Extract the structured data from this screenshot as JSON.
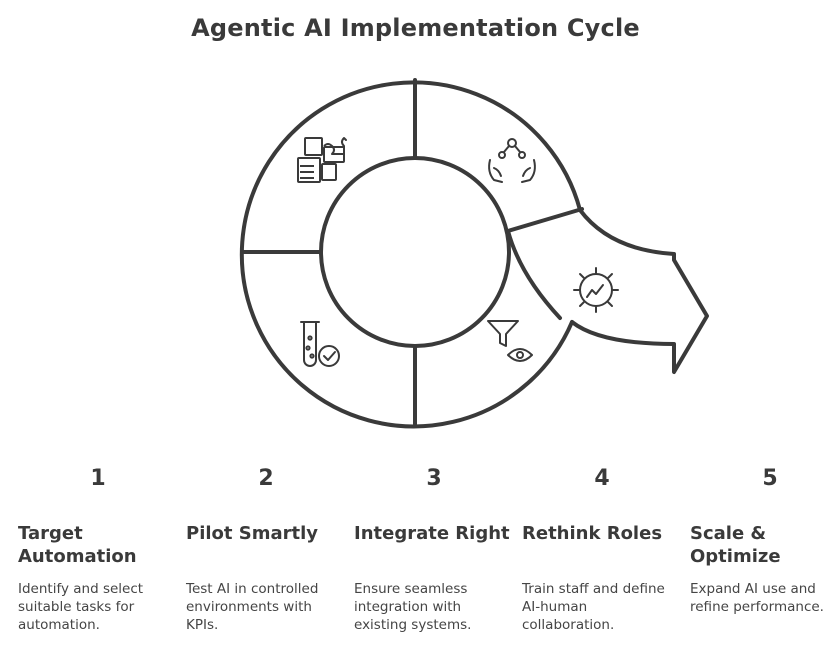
{
  "title": "Agentic AI Implementation Cycle",
  "steps": [
    {
      "number": "1",
      "heading": "Target Automation",
      "description": "Identify and select suitable tasks for automation.",
      "icon": "puzzle-icon"
    },
    {
      "number": "2",
      "heading": "Pilot Smartly",
      "description": "Test AI in controlled environments with KPIs.",
      "icon": "test-tube-check-icon"
    },
    {
      "number": "3",
      "heading": "Integrate Right",
      "description": "Ensure seamless integration with existing systems.",
      "icon": "funnel-eye-icon"
    },
    {
      "number": "4",
      "heading": "Rethink Roles",
      "description": "Train staff and define AI-human collaboration.",
      "icon": "hands-network-icon"
    },
    {
      "number": "5",
      "heading": "Scale & Optimize",
      "description": "Expand AI use and refine performance.",
      "icon": "gear-chart-icon"
    }
  ],
  "colors": {
    "stroke": "#3a3a3a",
    "background": "#ffffff"
  }
}
